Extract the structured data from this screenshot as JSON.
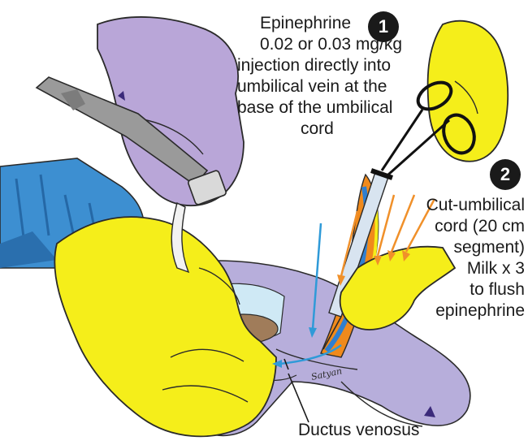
{
  "step1": {
    "number": "1",
    "lines": [
      "Epinephrine",
      "0.02 or 0.03 mg/kg",
      "injection directly into",
      "umbilical vein at the",
      "base of the umbilical",
      "cord"
    ]
  },
  "step2": {
    "number": "2",
    "lines": [
      "Cut-umbilical",
      "cord (20 cm",
      "segment)",
      "Milk x 3",
      "to flush",
      "epinephrine"
    ]
  },
  "ductus_label": "Ductus venosus",
  "signature": "Satyan",
  "colors": {
    "glove_purple": "#b9a6d8",
    "glove_yellow": "#f5ee1a",
    "sleeve_blue": "#3d8fd1",
    "infant_lavender": "#b7aedb",
    "cord_blue": "#2f7fd0",
    "cord_orange": "#f08a1c",
    "arrow_orange": "#f0902a",
    "arrow_blue": "#2f9ad8",
    "laryngoscope_gray": "#9a9a9a",
    "badge": "#1a1a1a"
  },
  "icons": [
    "laryngoscope-icon",
    "scissors-icon",
    "syringe-icon",
    "arrow-icon"
  ]
}
